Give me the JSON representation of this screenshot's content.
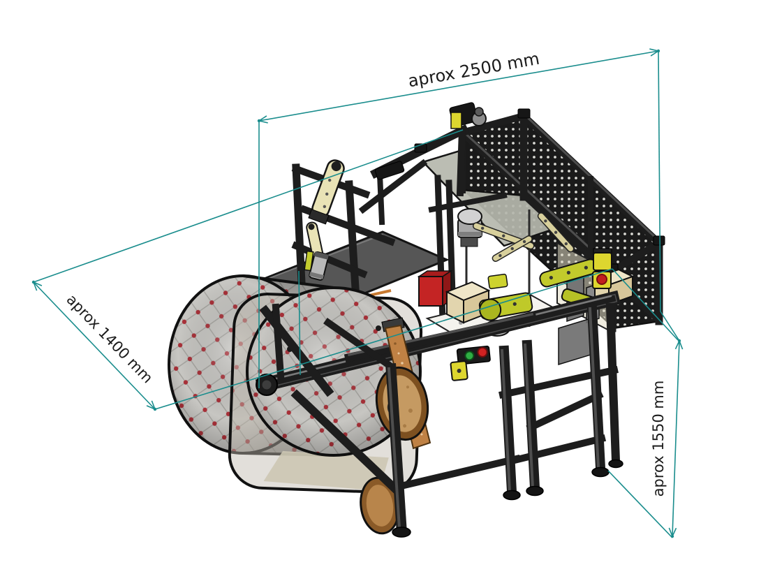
{
  "figure": {
    "kind": "isometric CAD drawing of an industrial machine with overall dimensions",
    "background": "#ffffff"
  },
  "dimensions": {
    "width_label": "aprox 2500 mm",
    "depth_label": "aprox 1400 mm",
    "height_label": "aprox 1550 mm"
  },
  "colors": {
    "dimension_line": "#1a8d8d",
    "dimension_text": "#1b1b1b",
    "frame_dark": "#1d1d1d",
    "safety_yellow": "#ddd62f",
    "clamp_chartreuse": "#bfc929",
    "lever_cream": "#e9e3b6",
    "block_cream": "#efe6c8",
    "red_accent": "#c42424",
    "button_green": "#2fae44",
    "cork_brown": "#bf8144",
    "disc_brown": "#7d5020",
    "roll_gray": "#c7c6c2",
    "roll_dot_red": "#a83038",
    "panel_translucent": "#b5b7ad",
    "background": "#ffffff"
  }
}
